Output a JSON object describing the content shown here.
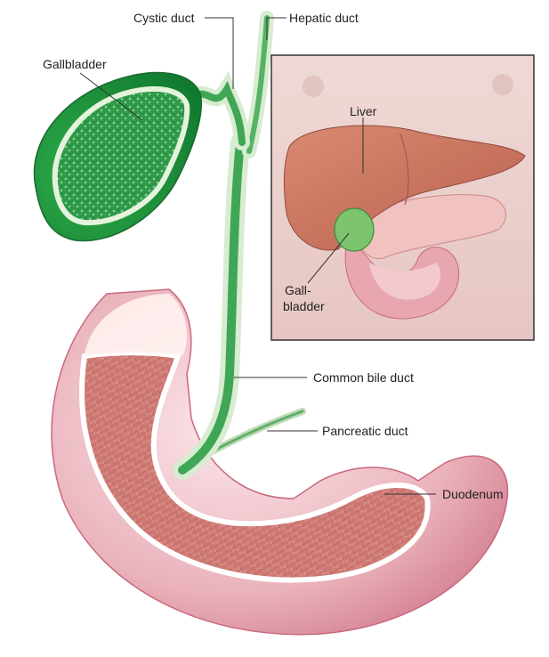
{
  "labels": {
    "cystic_duct": "Cystic duct",
    "hepatic_duct": "Hepatic duct",
    "gallbladder": "Gallbladder",
    "liver": "Liver",
    "inset_gallbladder_line1": "Gall-",
    "inset_gallbladder_line2": "bladder",
    "common_bile_duct": "Common bile duct",
    "pancreatic_duct": "Pancreatic duct",
    "duodenum": "Duodenum"
  },
  "colors": {
    "gallbladder_green": "#2f9a4a",
    "duct_green": "#3fa656",
    "duodenum_pink": "#d98c96",
    "mucosa_red": "#c96a6a",
    "inset_background": "#ecd3cf",
    "liver_brown": "#c97763",
    "leader_line": "#333333"
  }
}
